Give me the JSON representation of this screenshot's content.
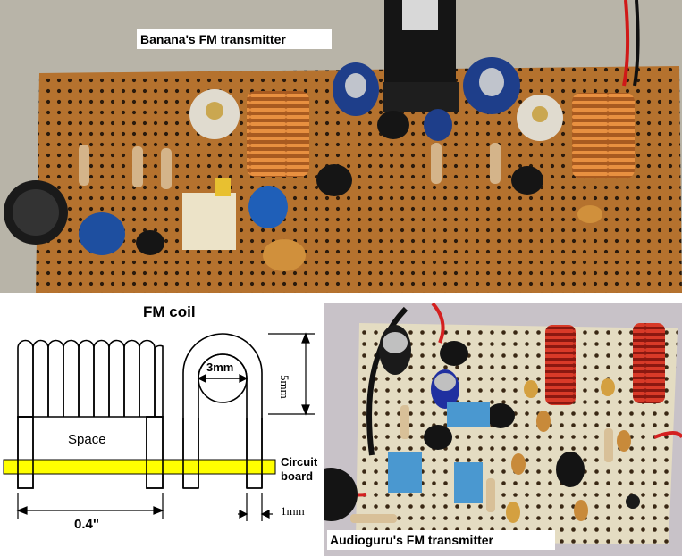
{
  "captions": {
    "top_photo": "Banana's FM transmitter",
    "bottom_photo": "Audioguru's FM transmitter"
  },
  "diagram": {
    "title": "FM coil",
    "space_label": "Space",
    "coil_length": "0.4\"",
    "coil_diameter": "3mm",
    "coil_height": "5mm",
    "lead_spacing": "1mm",
    "board_label": "Circuit board"
  },
  "colors": {
    "pcb_brown": "#b5722e",
    "copper": "#d07a32",
    "board_yellow": "#ffff00",
    "coil_red": "#cc2a1c"
  }
}
